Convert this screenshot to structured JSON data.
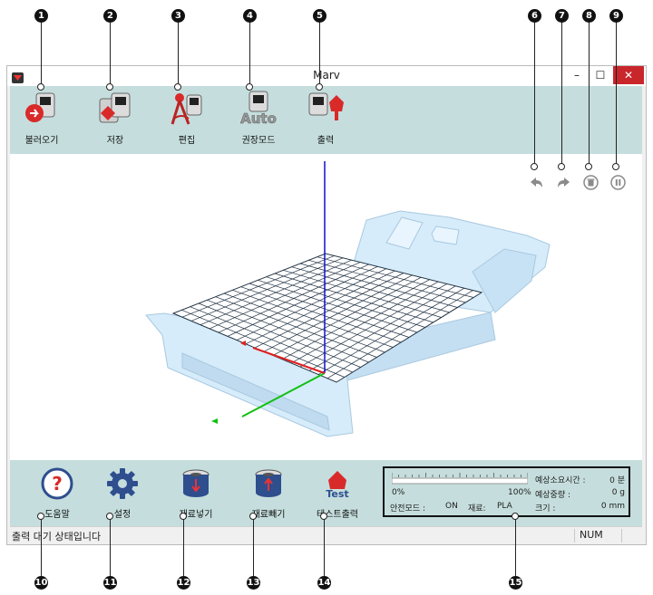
{
  "window": {
    "title": "Marv",
    "minimize_glyph": "–",
    "maximize_glyph": "☐",
    "close_glyph": "✕"
  },
  "callouts": [
    "1",
    "2",
    "3",
    "4",
    "5",
    "6",
    "7",
    "8",
    "9",
    "10",
    "11",
    "12",
    "13",
    "14",
    "15"
  ],
  "toolbar": {
    "items": [
      {
        "label": "불러오기",
        "icon": "open-file-icon"
      },
      {
        "label": "저장",
        "icon": "save-icon"
      },
      {
        "label": "편집",
        "icon": "edit-icon"
      },
      {
        "label": "권장모드",
        "icon": "auto-mode-icon",
        "icon_text": "Auto"
      },
      {
        "label": "출력",
        "icon": "print-icon"
      }
    ]
  },
  "history": [
    {
      "icon": "undo-icon"
    },
    {
      "icon": "redo-icon"
    },
    {
      "icon": "trash-icon"
    },
    {
      "icon": "pause-icon"
    }
  ],
  "bottombar": {
    "items": [
      {
        "label": "도움말",
        "icon": "help-icon"
      },
      {
        "label": "설정",
        "icon": "gear-icon"
      },
      {
        "label": "재료넣기",
        "icon": "load-filament-icon"
      },
      {
        "label": "재료빼기",
        "icon": "unload-filament-icon"
      },
      {
        "label": "테스트출력",
        "icon": "test-print-icon",
        "icon_text": "Test"
      }
    ]
  },
  "info": {
    "progress_min": "0%",
    "progress_max": "100%",
    "progress": 0,
    "safe_mode_label": "안전모드 :",
    "safe_mode_value": "ON",
    "material_label": "재료:",
    "material_value": "PLA",
    "est_time_label": "예상소요시간 :",
    "est_time_value": "0 분",
    "est_weight_label": "예상중량 :",
    "est_weight_value": "0 g",
    "size_label": "크기 :",
    "size_value": "0 mm"
  },
  "status": {
    "text": "출력 대기 상태입니다",
    "num": "NUM"
  },
  "colors": {
    "toolbar_bg": "#c5dedd",
    "printer_body": "#d6ecfa",
    "grid_line": "#223344",
    "axis_x": "#e02020",
    "axis_y": "#10c010",
    "axis_z": "#1010d0",
    "close_button": "#c8262b"
  }
}
